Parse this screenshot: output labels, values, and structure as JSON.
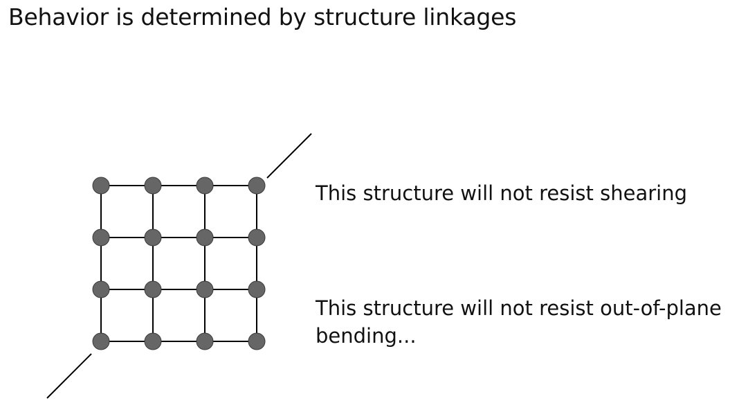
{
  "slide": {
    "title": "Behavior is determined by structure linkages",
    "statement_shear": "This structure will not resist shearing",
    "statement_bending_line1": "This structure will not resist out-of-plane",
    "statement_bending_line2": "bending..."
  },
  "diagram": {
    "grid_rows": 4,
    "grid_cols": 4,
    "node_color": "#666666",
    "line_color": "#000000"
  }
}
